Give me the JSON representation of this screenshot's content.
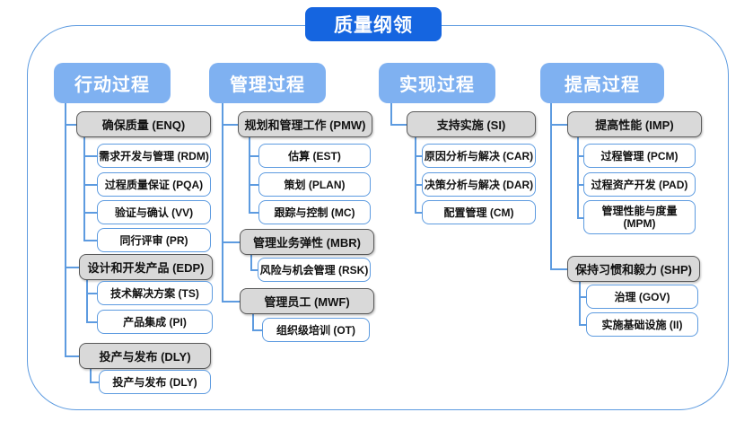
{
  "title": "质量纲领",
  "colors": {
    "title_bg": "#1565e0",
    "header_bg": "#7fb1f1",
    "gray_fill": "#d9d9d9",
    "gray_border": "#595959",
    "line_blue": "#5d9be0",
    "text_dark": "#111111"
  },
  "columns": [
    {
      "header": "行动过程",
      "groups": [
        {
          "label": "确保质量 (ENQ)",
          "children": [
            "需求开发与管理 (RDM)",
            "过程质量保证 (PQA)",
            "验证与确认 (VV)",
            "同行评审 (PR)"
          ]
        },
        {
          "label": "设计和开发产品 (EDP)",
          "children": [
            "技术解决方案 (TS)",
            "产品集成 (PI)"
          ]
        },
        {
          "label": "投产与发布 (DLY)",
          "children": [
            "投产与发布 (DLY)"
          ]
        }
      ]
    },
    {
      "header": "管理过程",
      "groups": [
        {
          "label": "规划和管理工作 (PMW)",
          "children": [
            "估算 (EST)",
            "策划 (PLAN)",
            "跟踪与控制 (MC)"
          ]
        },
        {
          "label": "管理业务弹性 (MBR)",
          "children": [
            "风险与机会管理 (RSK)"
          ]
        },
        {
          "label": "管理员工 (MWF)",
          "children": [
            "组织级培训 (OT)"
          ]
        }
      ]
    },
    {
      "header": "实现过程",
      "groups": [
        {
          "label": "支持实施 (SI)",
          "children": [
            "原因分析与解决 (CAR)",
            "决策分析与解决 (DAR)",
            "配置管理 (CM)"
          ]
        }
      ]
    },
    {
      "header": "提高过程",
      "groups": [
        {
          "label": "提高性能 (IMP)",
          "children": [
            "过程管理 (PCM)",
            "过程资产开发 (PAD)",
            "管理性能与度量 (MPM)"
          ]
        },
        {
          "label": "保持习惯和毅力 (SHP)",
          "children": [
            "治理 (GOV)",
            "实施基础设施 (II)"
          ]
        }
      ]
    }
  ]
}
